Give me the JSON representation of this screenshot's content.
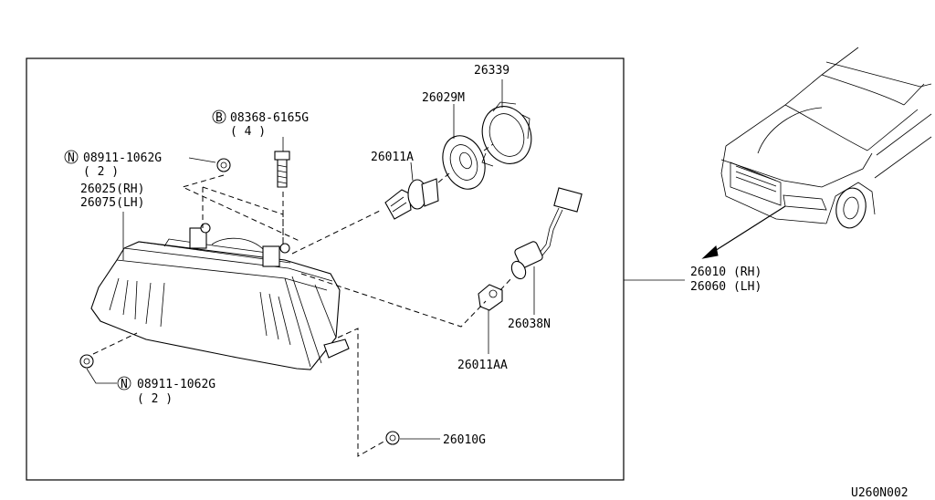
{
  "diagram_id": "U260N002",
  "callouts": {
    "bolt": {
      "code": "B",
      "part": "08368-6165G",
      "qty": "( 4 )"
    },
    "nut_top": {
      "code": "N",
      "part": "08911-1062G",
      "qty": "( 2 )"
    },
    "nut_bottom": {
      "code": "N",
      "part": "08911-1062G",
      "qty": "( 2 )"
    },
    "housing_rh": "26025(RH)",
    "housing_lh": "26075(LH)",
    "bulb": "26011A",
    "socket_ring": "26029M",
    "cap": "26339",
    "harness": "26038N",
    "side_bulb": "26011AA",
    "clip": "26010G",
    "assembly_rh": "26010 (RH)",
    "assembly_lh": "26060 (LH)"
  }
}
